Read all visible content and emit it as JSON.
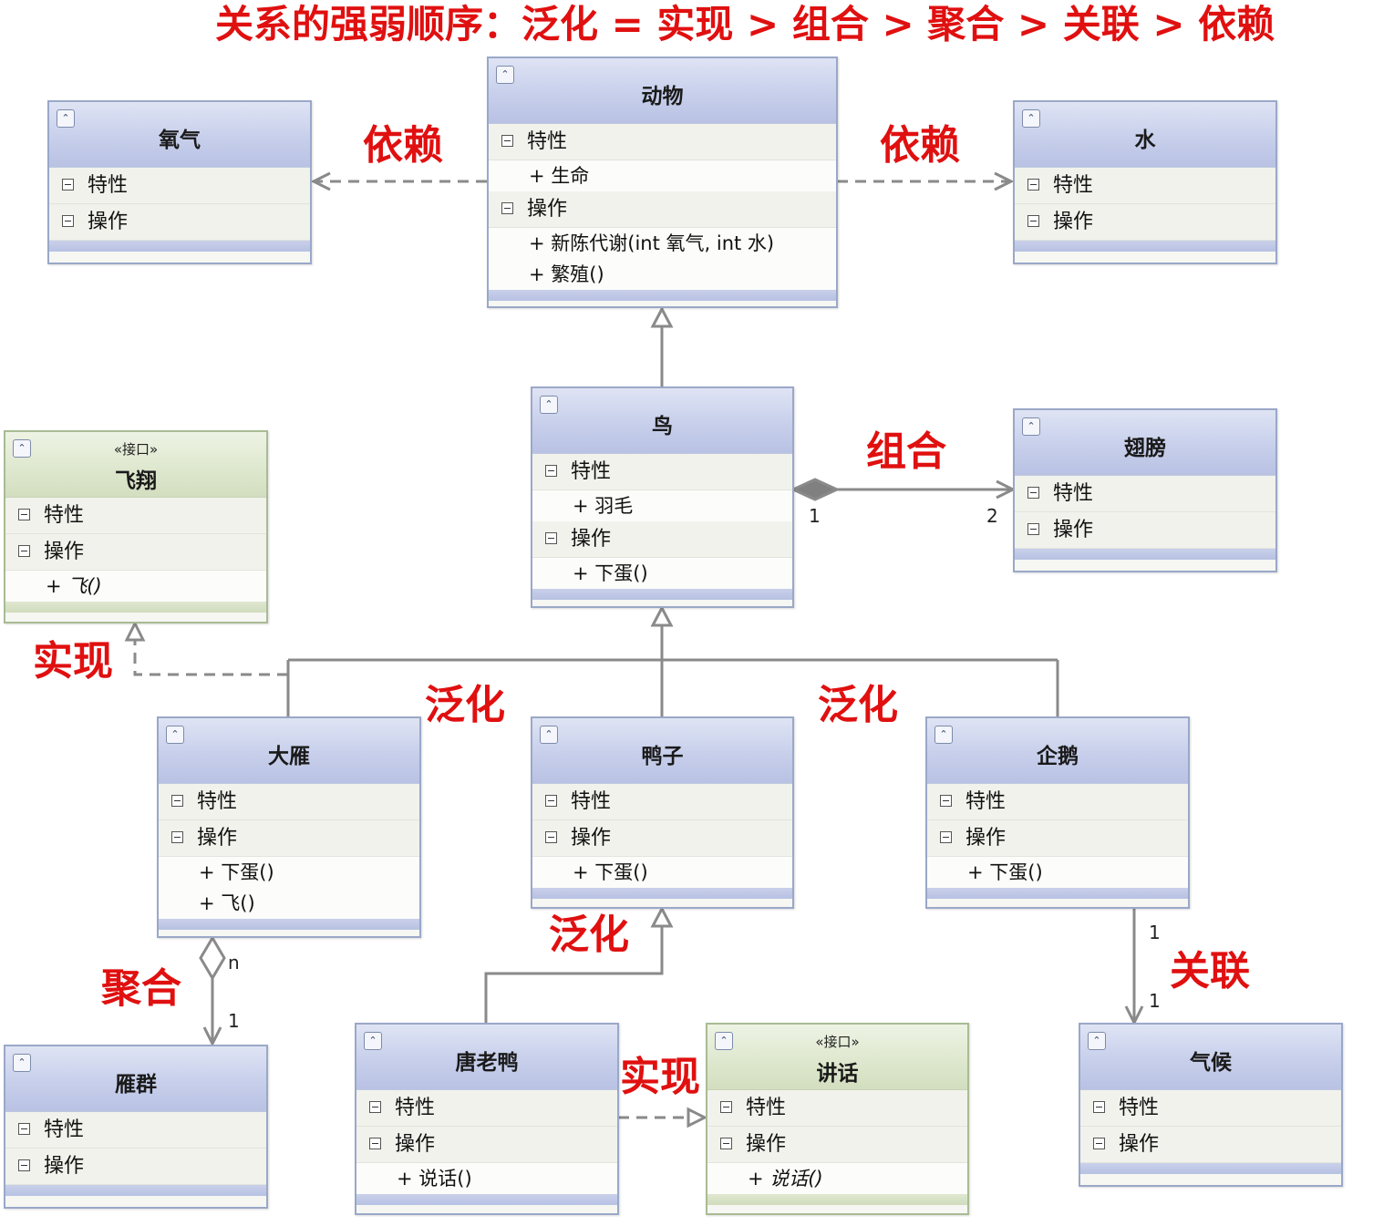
{
  "headline": "关系的强弱顺序：泛化 = 实现 > 组合 > 聚合 > 关联 > 依赖",
  "section_labels": {
    "attributes": "特性",
    "operations": "操作"
  },
  "classes": {
    "animal": {
      "name": "动物",
      "attributes": [
        "+ 生命"
      ],
      "operations": [
        "+ 新陈代谢(int 氧气, int 水)",
        "+ 繁殖()"
      ]
    },
    "oxygen": {
      "name": "氧气"
    },
    "water": {
      "name": "水"
    },
    "bird": {
      "name": "鸟",
      "attributes": [
        "+ 羽毛"
      ],
      "operations": [
        "+ 下蛋()"
      ]
    },
    "wing": {
      "name": "翅膀"
    },
    "fly": {
      "stereotype": "«接口»",
      "name": "飞翔",
      "operations": [
        "+ 飞()"
      ]
    },
    "goose": {
      "name": "大雁",
      "operations": [
        "+ 下蛋()",
        "+ 飞()"
      ]
    },
    "duck": {
      "name": "鸭子",
      "operations": [
        "+ 下蛋()"
      ]
    },
    "penguin": {
      "name": "企鹅",
      "operations": [
        "+ 下蛋()"
      ]
    },
    "flock": {
      "name": "雁群"
    },
    "tangduck": {
      "name": "唐老鸭",
      "operations": [
        "+ 说话()"
      ]
    },
    "speak": {
      "stereotype": "«接口»",
      "name": "讲话",
      "operations": [
        "+ 说话()"
      ]
    },
    "climate": {
      "name": "气候"
    }
  },
  "relations": {
    "dependency_left": "依赖",
    "dependency_right": "依赖",
    "composition": "组合",
    "realization_fly": "实现",
    "generalization_left": "泛化",
    "generalization_right": "泛化",
    "generalization_duck": "泛化",
    "aggregation": "聚合",
    "realization_speak": "实现",
    "association": "关联"
  },
  "multiplicities": {
    "composition_bird": "1",
    "composition_wing": "2",
    "aggregation_goose": "n",
    "aggregation_flock": "1",
    "association_penguin": "1",
    "association_climate": "1"
  },
  "colors": {
    "annotation": "#e01010",
    "class_header": "#c7cfeb",
    "interface_header": "#dde7cd",
    "line": "#888888"
  }
}
